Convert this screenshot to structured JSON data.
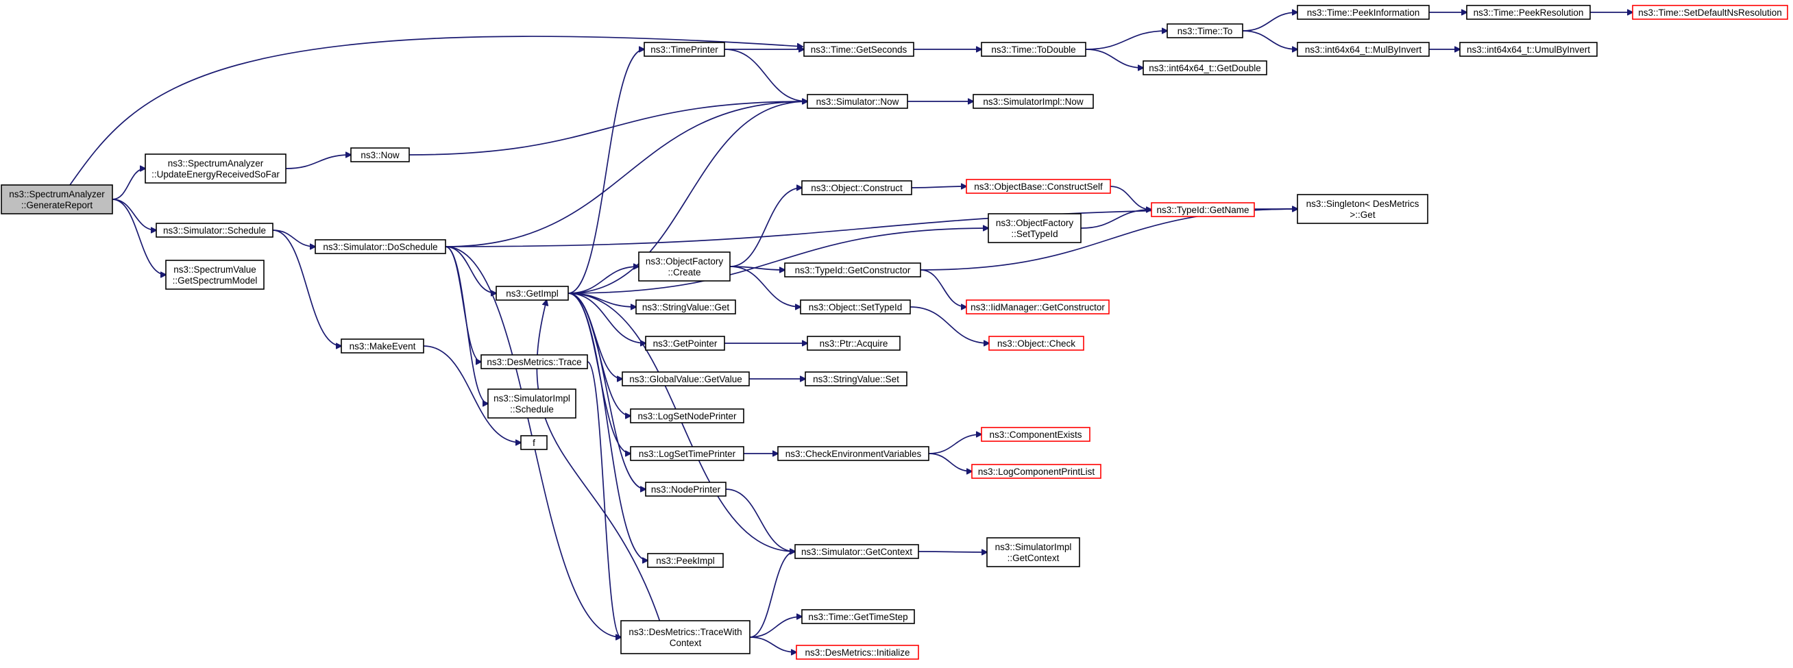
{
  "colors": {
    "edge": "#191970",
    "node_border": "#000000",
    "truncated_border": "#ff0000",
    "root_fill": "#bfbfbf",
    "node_fill": "#ffffff"
  },
  "nodes": [
    {
      "id": "root",
      "lines": [
        "ns3::SpectrumAnalyzer",
        "::GenerateReport"
      ],
      "style": "root"
    },
    {
      "id": "updateEnergy",
      "lines": [
        "ns3::SpectrumAnalyzer",
        "::UpdateEnergyReceivedSoFar"
      ],
      "style": "normal"
    },
    {
      "id": "schedule",
      "lines": [
        "ns3::Simulator::Schedule"
      ],
      "style": "normal"
    },
    {
      "id": "getSpectrumModel",
      "lines": [
        "ns3::SpectrumValue",
        "::GetSpectrumModel"
      ],
      "style": "normal"
    },
    {
      "id": "now",
      "lines": [
        "ns3::Now"
      ],
      "style": "normal"
    },
    {
      "id": "doSchedule",
      "lines": [
        "ns3::Simulator::DoSchedule"
      ],
      "style": "normal"
    },
    {
      "id": "makeEvent",
      "lines": [
        "ns3::MakeEvent"
      ],
      "style": "normal"
    },
    {
      "id": "getImpl",
      "lines": [
        "ns3::GetImpl"
      ],
      "style": "normal"
    },
    {
      "id": "desTrace",
      "lines": [
        "ns3::DesMetrics::Trace"
      ],
      "style": "normal"
    },
    {
      "id": "implSchedule",
      "lines": [
        "ns3::SimulatorImpl",
        "::Schedule"
      ],
      "style": "normal"
    },
    {
      "id": "f",
      "lines": [
        "f"
      ],
      "style": "normal"
    },
    {
      "id": "timePrinter",
      "lines": [
        "ns3::TimePrinter"
      ],
      "style": "normal"
    },
    {
      "id": "objFactoryCreate",
      "lines": [
        "ns3::ObjectFactory",
        "::Create"
      ],
      "style": "normal"
    },
    {
      "id": "stringValueGet",
      "lines": [
        "ns3::StringValue::Get"
      ],
      "style": "normal"
    },
    {
      "id": "getPointer",
      "lines": [
        "ns3::GetPointer"
      ],
      "style": "normal"
    },
    {
      "id": "globalGetValue",
      "lines": [
        "ns3::GlobalValue::GetValue"
      ],
      "style": "normal"
    },
    {
      "id": "logSetNodePrinter",
      "lines": [
        "ns3::LogSetNodePrinter"
      ],
      "style": "normal"
    },
    {
      "id": "logSetTimePrinter",
      "lines": [
        "ns3::LogSetTimePrinter"
      ],
      "style": "normal"
    },
    {
      "id": "nodePrinter",
      "lines": [
        "ns3::NodePrinter"
      ],
      "style": "normal"
    },
    {
      "id": "peekImpl",
      "lines": [
        "ns3::PeekImpl"
      ],
      "style": "normal"
    },
    {
      "id": "traceWithContext",
      "lines": [
        "ns3::DesMetrics::TraceWith",
        "Context"
      ],
      "style": "normal"
    },
    {
      "id": "timeGetSeconds",
      "lines": [
        "ns3::Time::GetSeconds"
      ],
      "style": "normal"
    },
    {
      "id": "simNow",
      "lines": [
        "ns3::Simulator::Now"
      ],
      "style": "normal"
    },
    {
      "id": "objConstruct",
      "lines": [
        "ns3::Object::Construct"
      ],
      "style": "normal"
    },
    {
      "id": "typeIdGetCtor",
      "lines": [
        "ns3::TypeId::GetConstructor"
      ],
      "style": "normal"
    },
    {
      "id": "objSetTypeId",
      "lines": [
        "ns3::Object::SetTypeId"
      ],
      "style": "normal"
    },
    {
      "id": "ptrAcquire",
      "lines": [
        "ns3::Ptr::Acquire"
      ],
      "style": "normal"
    },
    {
      "id": "stringValueSet",
      "lines": [
        "ns3::StringValue::Set"
      ],
      "style": "normal"
    },
    {
      "id": "checkEnv",
      "lines": [
        "ns3::CheckEnvironmentVariables"
      ],
      "style": "normal"
    },
    {
      "id": "simGetContext",
      "lines": [
        "ns3::Simulator::GetContext"
      ],
      "style": "normal"
    },
    {
      "id": "timeGetTimeStep",
      "lines": [
        "ns3::Time::GetTimeStep"
      ],
      "style": "normal"
    },
    {
      "id": "desInitialize",
      "lines": [
        "ns3::DesMetrics::Initialize"
      ],
      "style": "truncated"
    },
    {
      "id": "timeToDouble",
      "lines": [
        "ns3::Time::ToDouble"
      ],
      "style": "normal"
    },
    {
      "id": "simImplNow",
      "lines": [
        "ns3::SimulatorImpl::Now"
      ],
      "style": "normal"
    },
    {
      "id": "objBaseConstructSelf",
      "lines": [
        "ns3::ObjectBase::ConstructSelf"
      ],
      "style": "truncated"
    },
    {
      "id": "objFactorySetTypeId",
      "lines": [
        "ns3::ObjectFactory",
        "::SetTypeId"
      ],
      "style": "normal"
    },
    {
      "id": "iidGetCtor",
      "lines": [
        "ns3::IidManager::GetConstructor"
      ],
      "style": "truncated"
    },
    {
      "id": "objCheck",
      "lines": [
        "ns3::Object::Check"
      ],
      "style": "truncated"
    },
    {
      "id": "componentExists",
      "lines": [
        "ns3::ComponentExists"
      ],
      "style": "truncated"
    },
    {
      "id": "logComponentPrintList",
      "lines": [
        "ns3::LogComponentPrintList"
      ],
      "style": "truncated"
    },
    {
      "id": "simImplGetContext",
      "lines": [
        "ns3::SimulatorImpl",
        "::GetContext"
      ],
      "style": "normal"
    },
    {
      "id": "timeTo",
      "lines": [
        "ns3::Time::To"
      ],
      "style": "normal"
    },
    {
      "id": "int64GetDouble",
      "lines": [
        "ns3::int64x64_t::GetDouble"
      ],
      "style": "normal"
    },
    {
      "id": "typeIdGetName",
      "lines": [
        "ns3::TypeId::GetName"
      ],
      "style": "truncated"
    },
    {
      "id": "timePeekInfo",
      "lines": [
        "ns3::Time::PeekInformation"
      ],
      "style": "normal"
    },
    {
      "id": "int64MulByInvert",
      "lines": [
        "ns3::int64x64_t::MulByInvert"
      ],
      "style": "normal"
    },
    {
      "id": "singletonGet",
      "lines": [
        "ns3::Singleton< DesMetrics",
        ">::Get"
      ],
      "style": "normal"
    },
    {
      "id": "timePeekRes",
      "lines": [
        "ns3::Time::PeekResolution"
      ],
      "style": "normal"
    },
    {
      "id": "int64UmulByInvert",
      "lines": [
        "ns3::int64x64_t::UmulByInvert"
      ],
      "style": "normal"
    },
    {
      "id": "timeSetDefaultNsRes",
      "lines": [
        "ns3::Time::SetDefaultNsResolution"
      ],
      "style": "truncated"
    }
  ],
  "edges": [
    [
      "root",
      "timeGetSeconds"
    ],
    [
      "root",
      "updateEnergy"
    ],
    [
      "root",
      "schedule"
    ],
    [
      "root",
      "getSpectrumModel"
    ],
    [
      "updateEnergy",
      "now"
    ],
    [
      "now",
      "simNow"
    ],
    [
      "schedule",
      "doSchedule"
    ],
    [
      "schedule",
      "makeEvent"
    ],
    [
      "makeEvent",
      "f"
    ],
    [
      "doSchedule",
      "simNow"
    ],
    [
      "doSchedule",
      "singletonGet"
    ],
    [
      "doSchedule",
      "getImpl"
    ],
    [
      "doSchedule",
      "desTrace"
    ],
    [
      "doSchedule",
      "implSchedule"
    ],
    [
      "doSchedule",
      "traceWithContext"
    ],
    [
      "getImpl",
      "timePrinter"
    ],
    [
      "getImpl",
      "simNow"
    ],
    [
      "getImpl",
      "objFactorySetTypeId"
    ],
    [
      "getImpl",
      "objFactoryCreate"
    ],
    [
      "getImpl",
      "stringValueGet"
    ],
    [
      "getImpl",
      "getPointer"
    ],
    [
      "getImpl",
      "globalGetValue"
    ],
    [
      "getImpl",
      "logSetNodePrinter"
    ],
    [
      "getImpl",
      "logSetTimePrinter"
    ],
    [
      "getImpl",
      "nodePrinter"
    ],
    [
      "getImpl",
      "peekImpl"
    ],
    [
      "getImpl",
      "simGetContext"
    ],
    [
      "desTrace",
      "traceWithContext"
    ],
    [
      "traceWithContext",
      "getImpl"
    ],
    [
      "traceWithContext",
      "simGetContext"
    ],
    [
      "traceWithContext",
      "timeGetTimeStep"
    ],
    [
      "traceWithContext",
      "desInitialize"
    ],
    [
      "timePrinter",
      "timeGetSeconds"
    ],
    [
      "timePrinter",
      "simNow"
    ],
    [
      "timeGetSeconds",
      "timeToDouble"
    ],
    [
      "timeToDouble",
      "timeTo"
    ],
    [
      "timeToDouble",
      "int64GetDouble"
    ],
    [
      "timeTo",
      "timePeekInfo"
    ],
    [
      "timeTo",
      "int64MulByInvert"
    ],
    [
      "timePeekInfo",
      "timePeekRes"
    ],
    [
      "timePeekRes",
      "timeSetDefaultNsRes"
    ],
    [
      "int64MulByInvert",
      "int64UmulByInvert"
    ],
    [
      "simNow",
      "simImplNow"
    ],
    [
      "objFactoryCreate",
      "objConstruct"
    ],
    [
      "objFactoryCreate",
      "typeIdGetCtor"
    ],
    [
      "objFactoryCreate",
      "objSetTypeId"
    ],
    [
      "objConstruct",
      "objBaseConstructSelf"
    ],
    [
      "objBaseConstructSelf",
      "typeIdGetName"
    ],
    [
      "objFactorySetTypeId",
      "typeIdGetName"
    ],
    [
      "typeIdGetName",
      "singletonGet"
    ],
    [
      "typeIdGetCtor",
      "singletonGet"
    ],
    [
      "typeIdGetCtor",
      "iidGetCtor"
    ],
    [
      "objSetTypeId",
      "objCheck"
    ],
    [
      "getPointer",
      "ptrAcquire"
    ],
    [
      "globalGetValue",
      "stringValueSet"
    ],
    [
      "logSetTimePrinter",
      "checkEnv"
    ],
    [
      "checkEnv",
      "componentExists"
    ],
    [
      "checkEnv",
      "logComponentPrintList"
    ],
    [
      "nodePrinter",
      "simGetContext"
    ],
    [
      "simGetContext",
      "simImplGetContext"
    ]
  ]
}
